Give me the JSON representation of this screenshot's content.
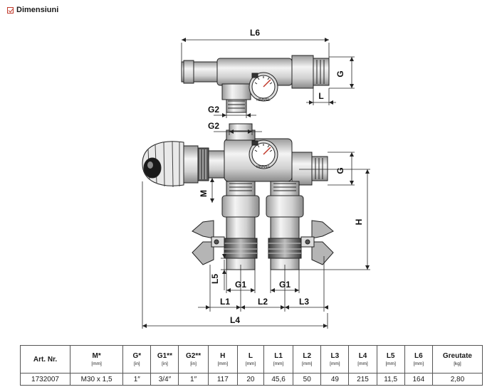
{
  "header": {
    "title": "Dimensiuni",
    "icon": "checkbox-icon"
  },
  "drawing": {
    "labels": {
      "L6": "L6",
      "G_top": "G",
      "L_top": "L",
      "G2_top": "G2",
      "G2_mid": "G2",
      "G_mid": "G",
      "M": "M",
      "H": "H",
      "L5": "L5",
      "G1_left": "G1",
      "G1_right": "G1",
      "L1": "L1",
      "L2": "L2",
      "L3": "L3",
      "L4": "L4"
    },
    "gauge_brand_top": "HIMMEL",
    "gauge_brand_mid": "HIMMEL"
  },
  "table": {
    "columns": [
      {
        "label": "Art. Nr.",
        "unit": ""
      },
      {
        "label": "M*",
        "unit": "[mm]"
      },
      {
        "label": "G*",
        "unit": "[in]"
      },
      {
        "label": "G1**",
        "unit": "[in]"
      },
      {
        "label": "G2**",
        "unit": "[in]"
      },
      {
        "label": "H",
        "unit": "[mm]"
      },
      {
        "label": "L",
        "unit": "[mm]"
      },
      {
        "label": "L1",
        "unit": "[mm]"
      },
      {
        "label": "L2",
        "unit": "[mm]"
      },
      {
        "label": "L3",
        "unit": "[mm]"
      },
      {
        "label": "L4",
        "unit": "[mm]"
      },
      {
        "label": "L5",
        "unit": "[mm]"
      },
      {
        "label": "L6",
        "unit": "[mm]"
      },
      {
        "label": "Greutate",
        "unit": "[kg]"
      }
    ],
    "rows": [
      [
        "1732007",
        "M30 x 1,5",
        "1″",
        "3/4″",
        "1″",
        "117",
        "20",
        "45,6",
        "50",
        "49",
        "215",
        "11,5",
        "164",
        "2,80"
      ]
    ]
  },
  "colors": {
    "line": "#222222",
    "grey_light": "#e6e6e6",
    "grey_mid": "#bdbdbd",
    "grey_dark": "#8a8a8a",
    "accent": "#c0392b"
  }
}
